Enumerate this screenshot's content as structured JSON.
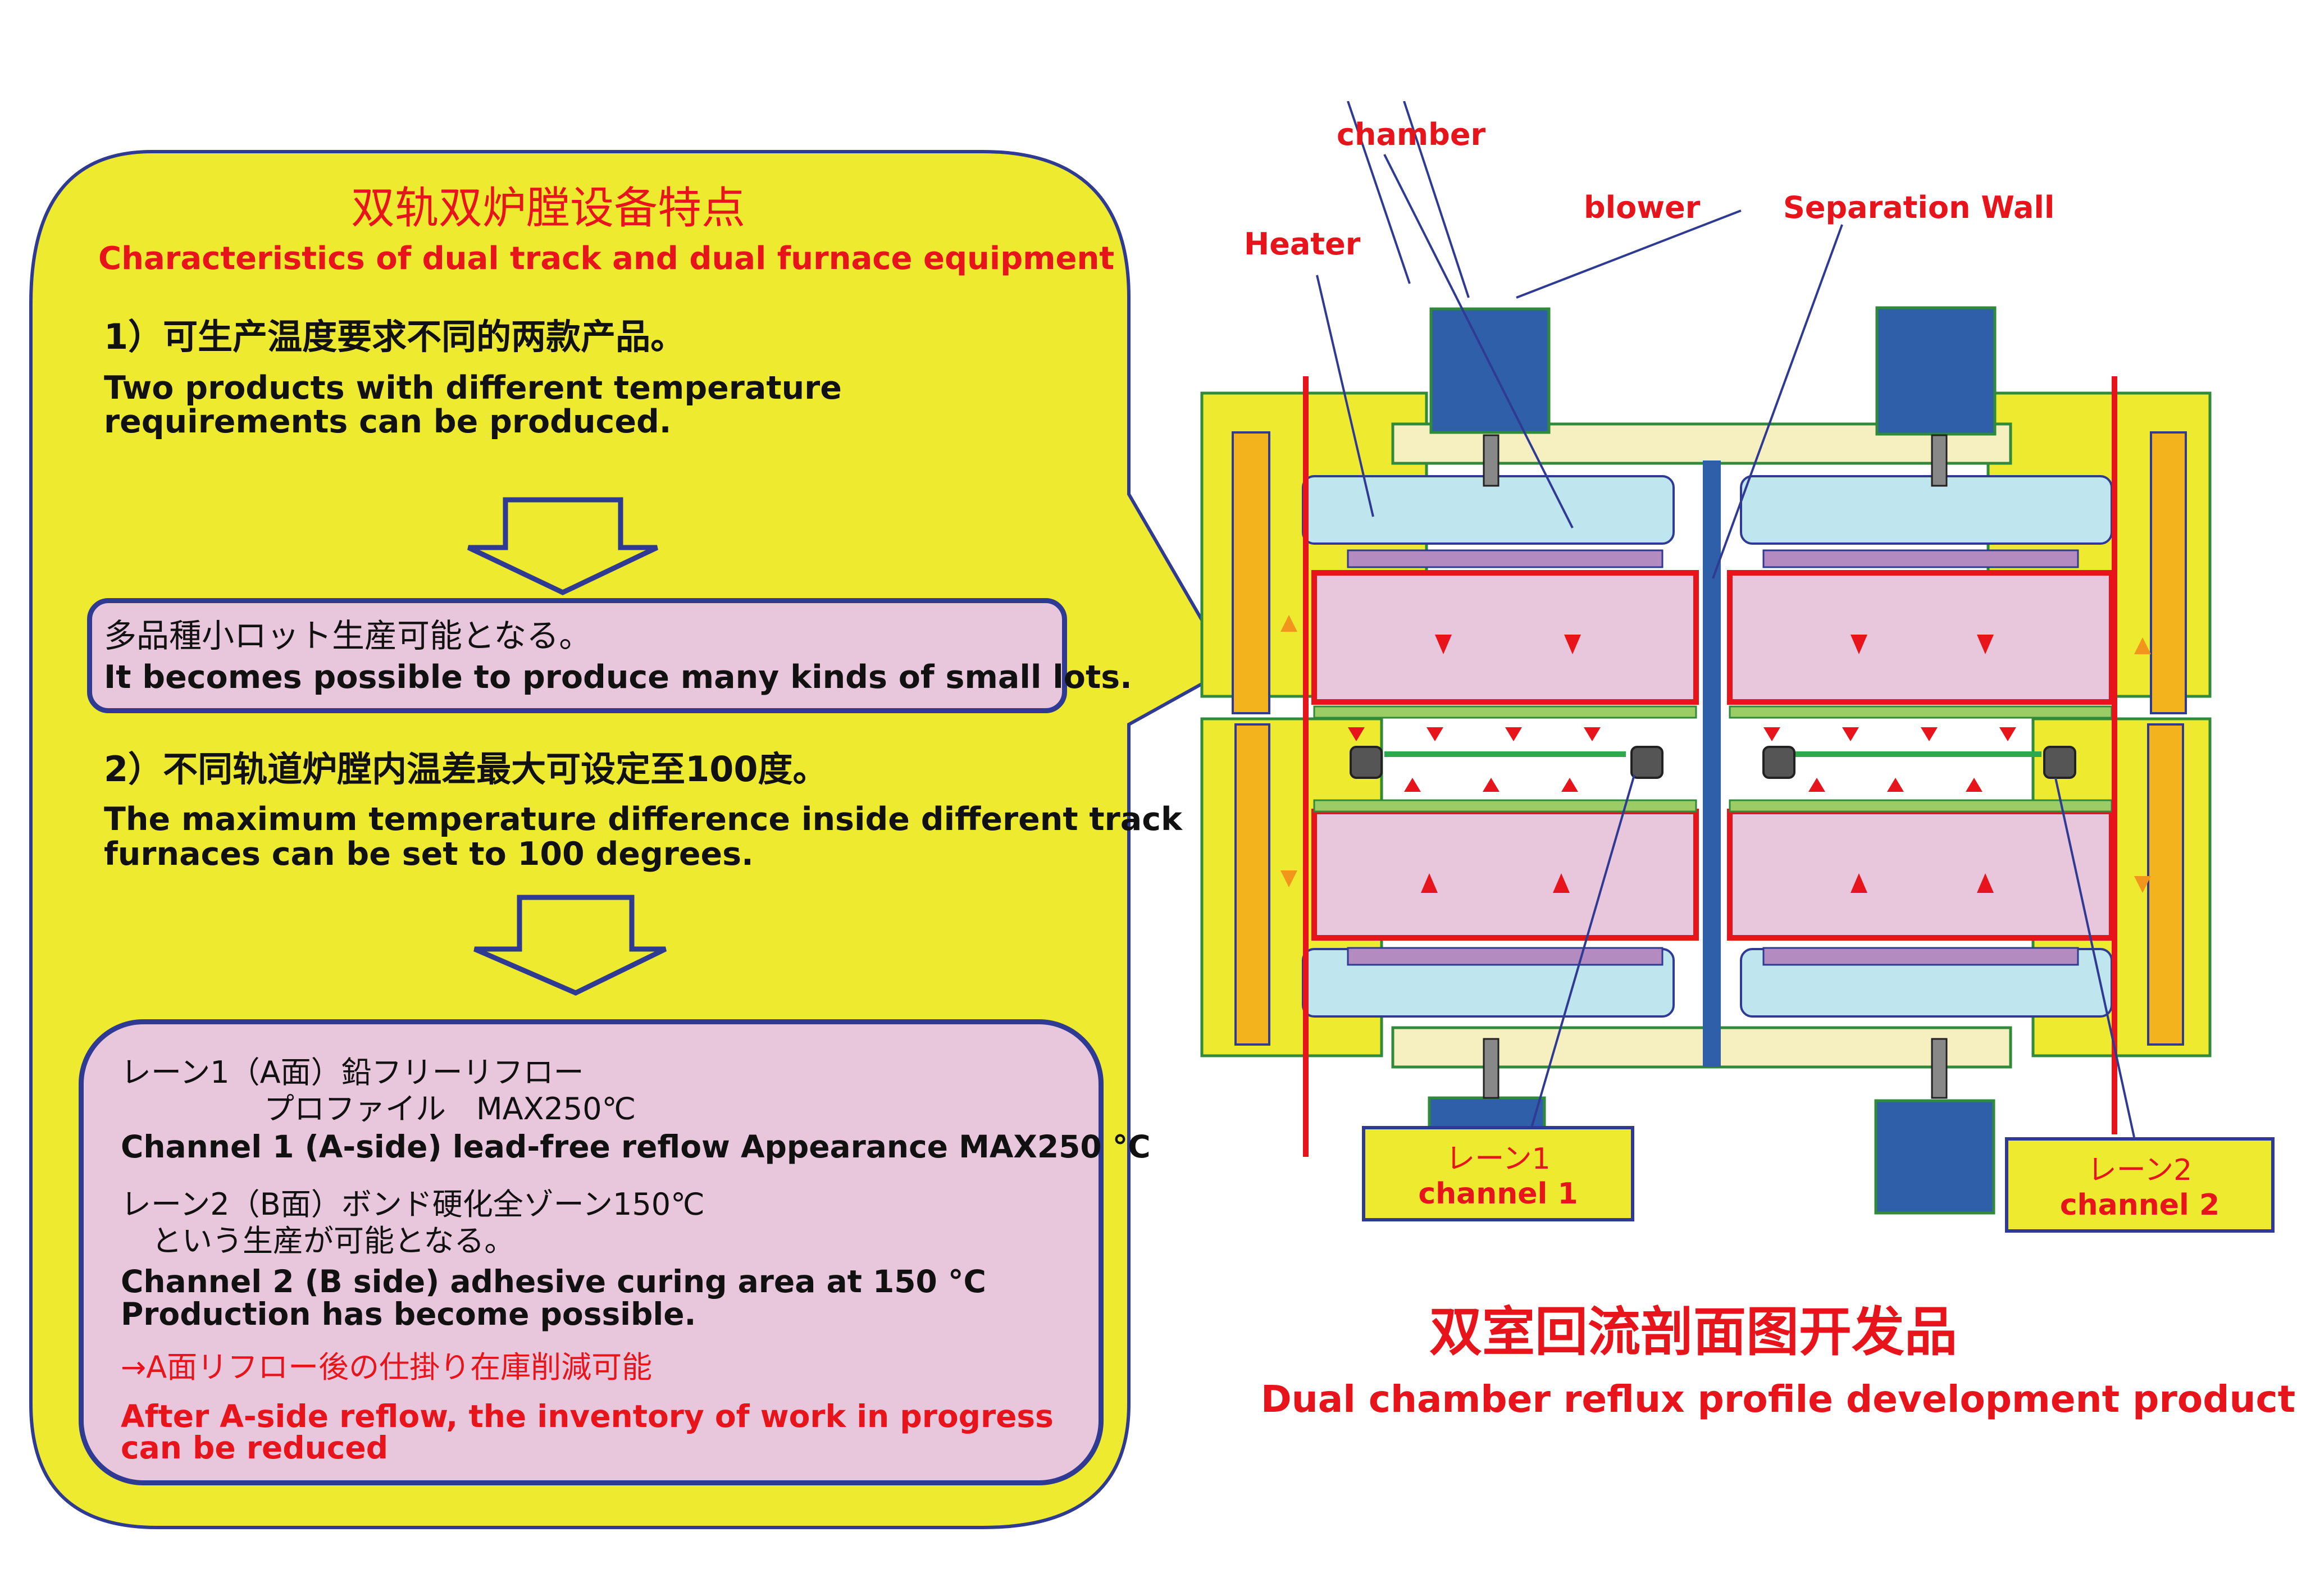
{
  "colors": {
    "yellow": "#eeea2f",
    "box_fill": "#e8c6dc",
    "border_blue": "#2f3a93",
    "red": "#e8141c"
  },
  "left": {
    "title_cn": "双轨双炉膛设备特点",
    "title_en": "Characteristics of dual track and dual furnace equipment",
    "point1_cn": "1）可生产温度要求不同的两款产品。",
    "point1_en_line1": "Two products with different temperature",
    "point1_en_line2": "requirements can be produced.",
    "box1_jp": "多品種小ロット生産可能となる。",
    "box1_en": "It becomes possible to produce many kinds of small lots.",
    "point2_cn": "2）不同轨道炉膛内温差最大可设定至100度。",
    "point2_en_line1": "The maximum temperature difference inside different track",
    "point2_en_line2": "furnaces can be set to 100 degrees.",
    "box2": {
      "jp1_line1": "レーン1（A面）鉛フリーリフロー",
      "jp1_line2": "プロファイル　MAX250℃",
      "en1": "Channel 1 (A-side) lead-free reflow Appearance MAX250 °C",
      "jp2_line1": "レーン2（B面）ボンド硬化全ゾーン150℃",
      "jp2_line2": "という生産が可能となる。",
      "en2_line1": "Channel 2 (B side) adhesive curing area at 150 °C",
      "en2_line2": "Production has become possible.",
      "jp3": "→A面リフロー後の仕掛り在庫削減可能",
      "en3_line1": "After A-side reflow, the inventory of work in progress",
      "en3_line2": "can be reduced"
    }
  },
  "diagram": {
    "label_chamber": "chamber",
    "label_blower": "blower",
    "label_heater": "Heater",
    "label_separation": "Separation Wall",
    "lane1_jp": "レーン1",
    "lane1_en": "channel 1",
    "lane2_jp": "レーン2",
    "lane2_en": "channel 2",
    "caption_cn": "双室回流剖面图开发品",
    "caption_en": "Dual chamber reflux profile development product"
  }
}
